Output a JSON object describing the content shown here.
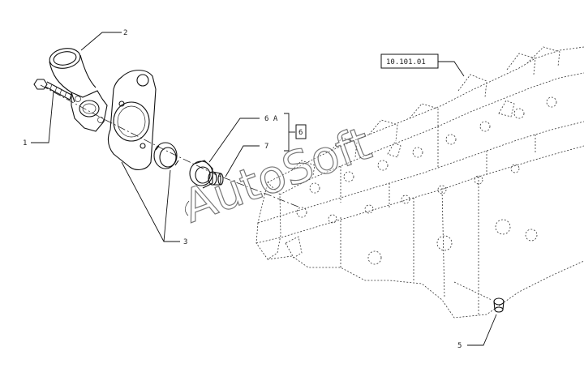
{
  "callouts": {
    "part_1": "1",
    "part_2": "2",
    "part_3": "3",
    "part_5": "5",
    "part_6a": "6 A",
    "part_7": "7",
    "group_ref": "6",
    "section_ref": "10.101.01"
  },
  "watermark": "AutoSoft"
}
